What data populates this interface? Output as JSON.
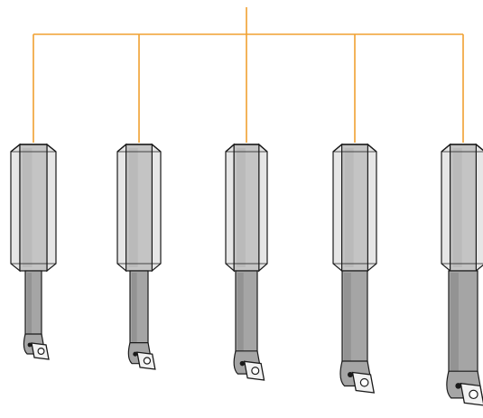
{
  "diagram": {
    "colors": {
      "background": "#ffffff",
      "connector": "#f0a030",
      "outline": "#1a1a1a",
      "body_light": "#e6e6e6",
      "body_mid": "#c4c4c4",
      "body_dark": "#9a9a9a",
      "shank": "#a5a5a5",
      "shank_edge": "#7e7e7e",
      "insert": "#f2f2f2"
    },
    "tools": [
      {
        "name": "boring-bar-1"
      },
      {
        "name": "boring-bar-2"
      },
      {
        "name": "boring-bar-3"
      },
      {
        "name": "boring-bar-4"
      },
      {
        "name": "boring-bar-5"
      }
    ]
  }
}
